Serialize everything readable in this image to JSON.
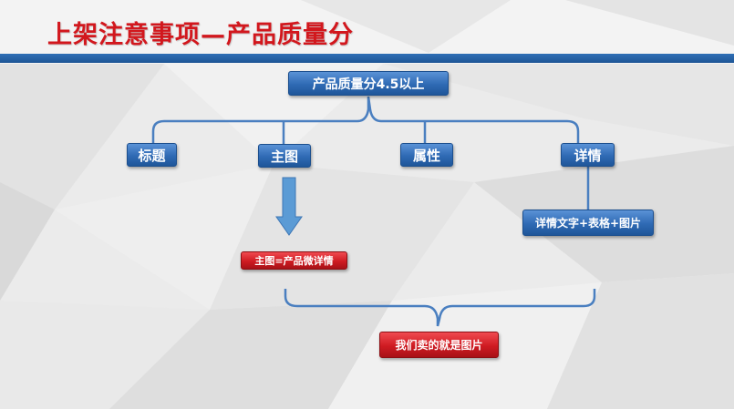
{
  "title": "上架注意事项—产品质量分",
  "diagram": {
    "root": "产品质量分4.5以上",
    "branches": [
      "标题",
      "主图",
      "属性",
      "详情"
    ],
    "main_image_note": "主图=产品微详情",
    "detail_note": "详情文字+表格+图片",
    "conclusion": "我们卖的就是图片"
  },
  "colors": {
    "title_red": "#d2171d",
    "bar_blue": "#2f6fb6",
    "box_blue": "#2f6ab4",
    "box_red": "#cf1b22",
    "line_blue": "#4a7fc0",
    "arrow_blue": "#5b9bd5"
  }
}
